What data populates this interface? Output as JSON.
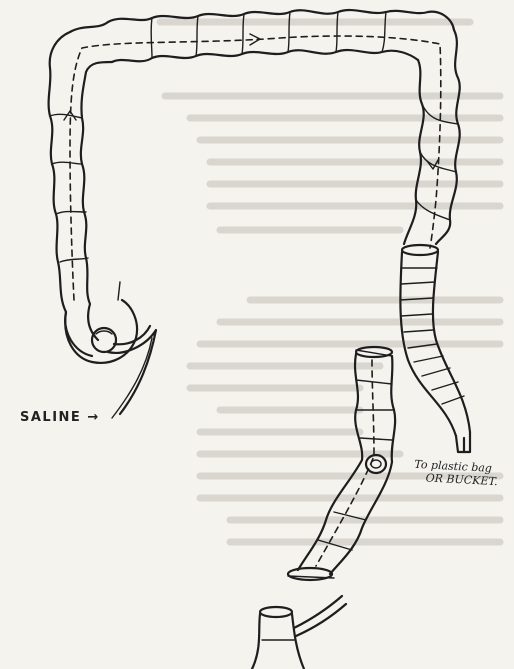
{
  "diagram": {
    "labels": {
      "saline": "SALINE →",
      "bucket_line1": "To plastic bag",
      "bucket_line2": "OR BUCKET."
    }
  },
  "colors": {
    "paper": "#f4f3ee",
    "ink": "#1e1e1e",
    "show_through": "#d8d6cf"
  }
}
